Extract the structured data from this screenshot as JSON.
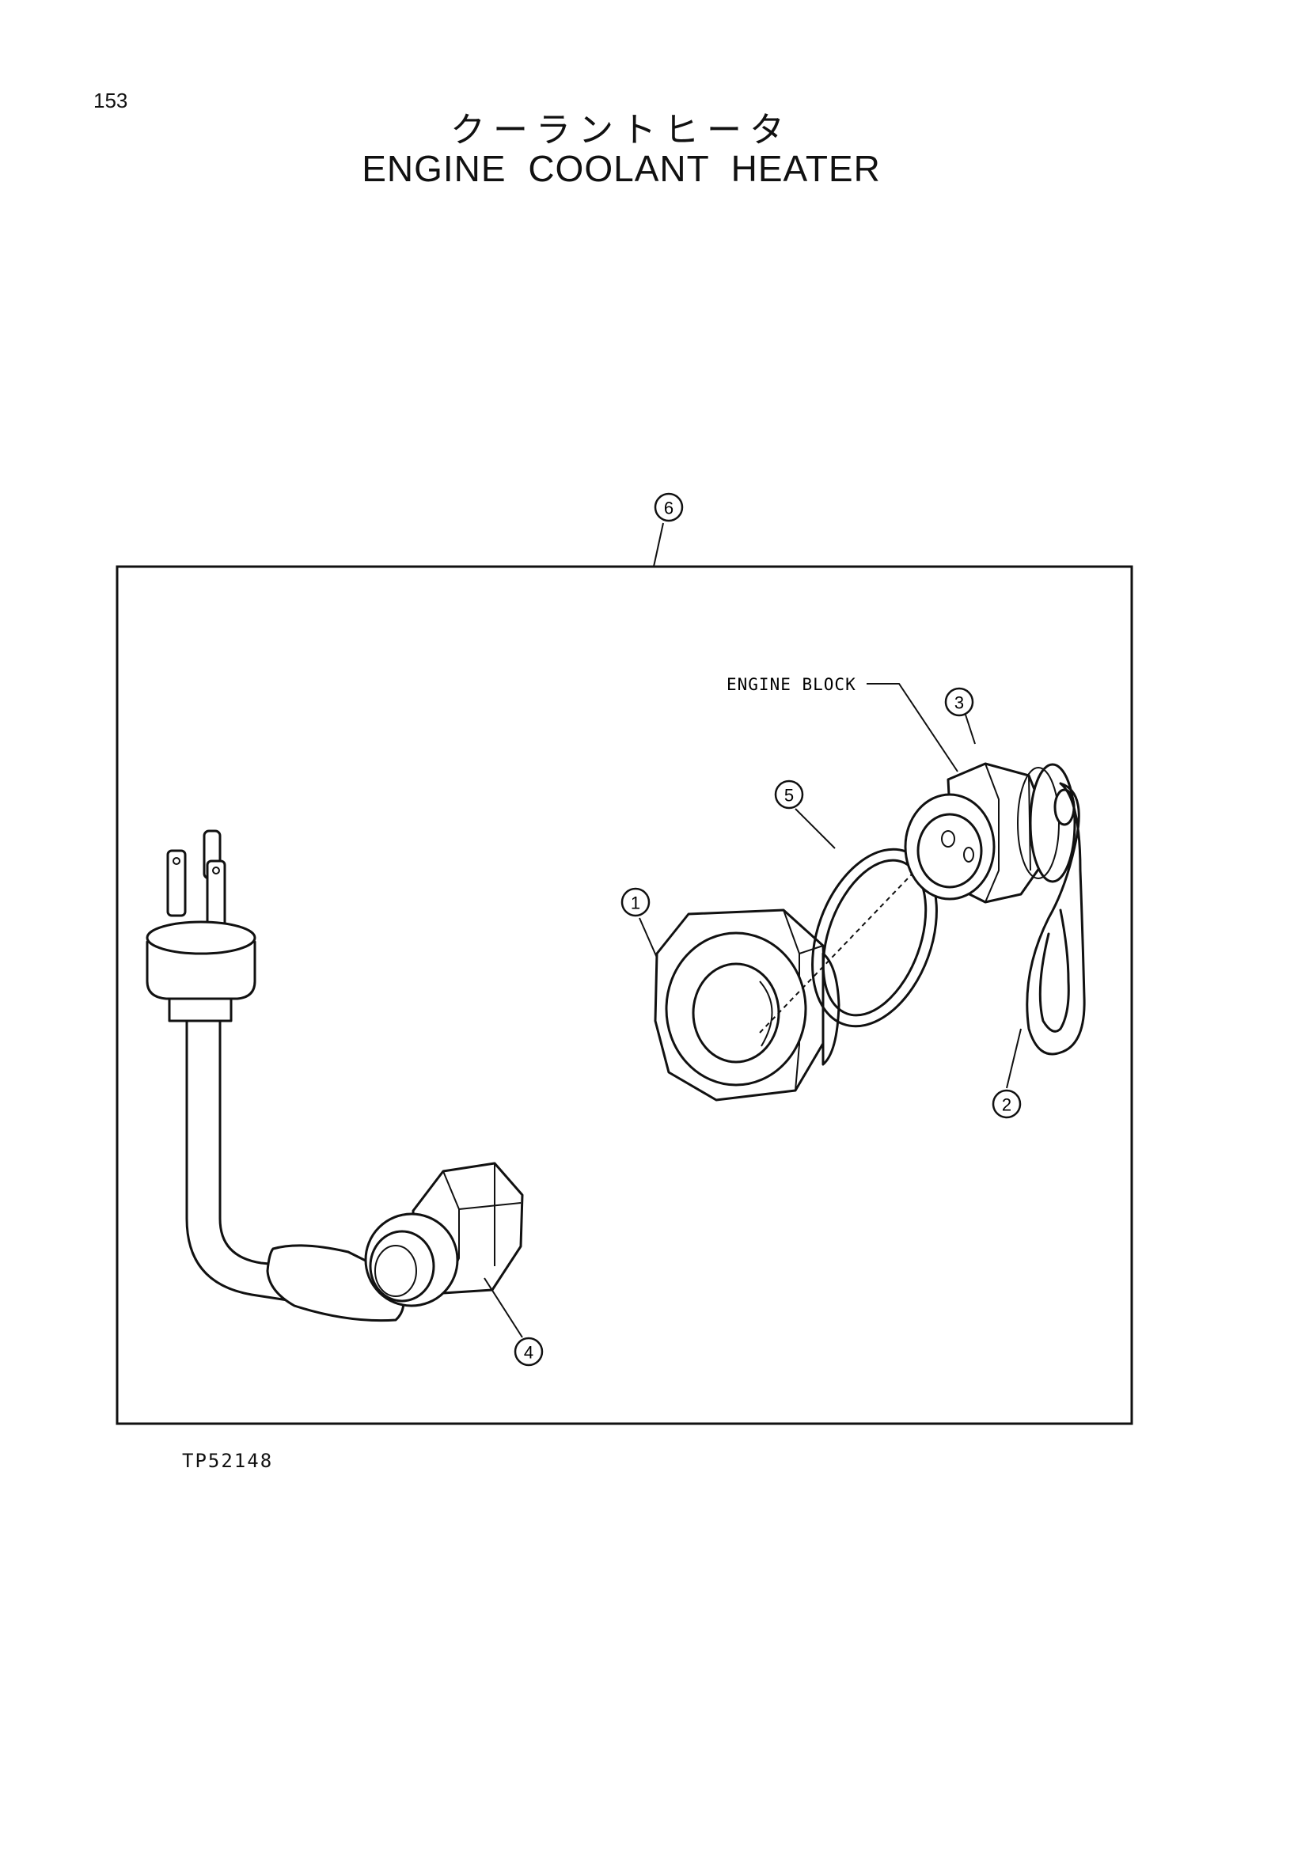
{
  "page": {
    "number": "153",
    "title_jp": "クーラントヒータ",
    "title_en": "ENGINE COOLANT HEATER",
    "figure_code": "TP52148"
  },
  "diagram": {
    "labels": {
      "engine_block": "ENGINE BLOCK"
    },
    "callouts": {
      "c1": "1",
      "c2": "2",
      "c3": "3",
      "c4": "4",
      "c5": "5",
      "c6": "6"
    }
  }
}
